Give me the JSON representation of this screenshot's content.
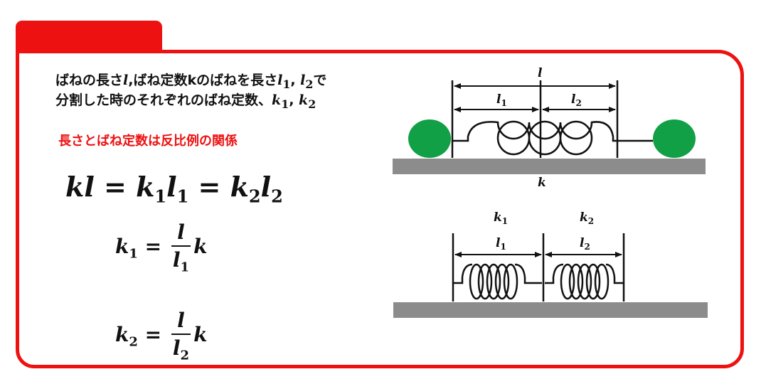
{
  "tab_title": "ばね定数　分割",
  "description": {
    "line1_prefix": "ばねの長さ",
    "line1_l": "l",
    "line1_mid": ",ばね定数kのばねを長さ",
    "line1_l1": "l",
    "line1_l1_sub": "1",
    "line1_comma": ", ",
    "line1_l2": "l",
    "line1_l2_sub": "2",
    "line1_suffix": "で",
    "line2_prefix": "分割した時のそれぞれのばね定数、",
    "line2_k1": "k",
    "line2_k1_sub": "1",
    "line2_comma": ", ",
    "line2_k2": "k",
    "line2_k2_sub": "2"
  },
  "highlight": "長さとばね定数は反比例の関係",
  "formulas": {
    "main": {
      "a": "kl",
      "eq1": " = ",
      "b": "k",
      "b_sub": "1",
      "c": "l",
      "c_sub": "1",
      "eq2": " = ",
      "d": "k",
      "d_sub": "2",
      "e": "l",
      "e_sub": "2"
    },
    "k1": {
      "lhs": "k",
      "lhs_sub": "1",
      "eq": " = ",
      "num": "l",
      "den": "l",
      "den_sub": "1",
      "rhs": "k"
    },
    "k2": {
      "lhs": "k",
      "lhs_sub": "2",
      "eq": " = ",
      "num": "l",
      "den": "l",
      "den_sub": "2",
      "rhs": "k"
    }
  },
  "diagram_top": {
    "label_l": "l",
    "label_l1": "l",
    "label_l1_sub": "1",
    "label_l2": "l",
    "label_l2_sub": "2",
    "label_k": "k"
  },
  "diagram_bottom": {
    "label_k1": "k",
    "label_k1_sub": "1",
    "label_k2": "k",
    "label_k2_sub": "2",
    "label_l1": "l",
    "label_l1_sub": "1",
    "label_l2": "l",
    "label_l2_sub": "2"
  },
  "colors": {
    "accent": "#ee1111",
    "ball": "#11a045",
    "ground": "#8c8c8c",
    "ink": "#111111"
  }
}
